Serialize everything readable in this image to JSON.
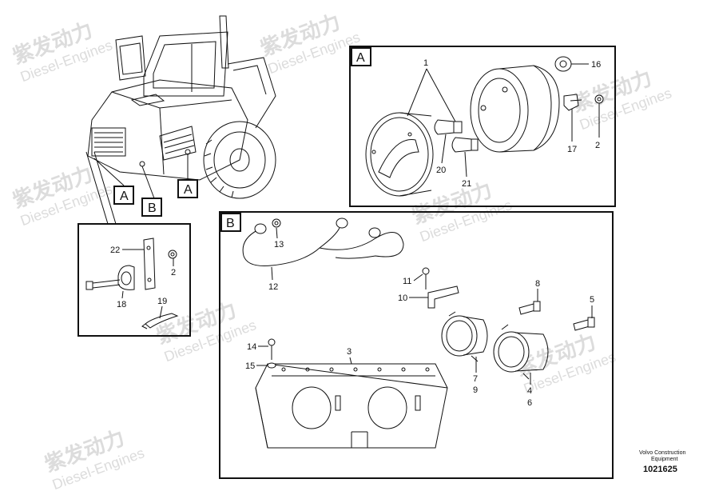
{
  "watermark": {
    "brand_cn": "紫发动力",
    "brand_en": "Diesel-Engines"
  },
  "overview": {
    "callouts": [
      "A",
      "B",
      "A"
    ]
  },
  "detail_a": {
    "title": "A",
    "labels": [
      "1",
      "16",
      "2",
      "17",
      "20",
      "21"
    ]
  },
  "detail_b": {
    "title": "B",
    "labels": [
      "13",
      "12",
      "11",
      "10",
      "8",
      "5",
      "3",
      "14",
      "15",
      "7",
      "9",
      "4",
      "6"
    ]
  },
  "detail_clip": {
    "labels": [
      "22",
      "2",
      "18",
      "19"
    ]
  },
  "footer": {
    "company": "Volvo Construction",
    "company_line2": "Equipment",
    "drawing_number": "1021625"
  },
  "colors": {
    "line": "#111111",
    "watermark": "#dcdcdc",
    "background": "#ffffff"
  }
}
